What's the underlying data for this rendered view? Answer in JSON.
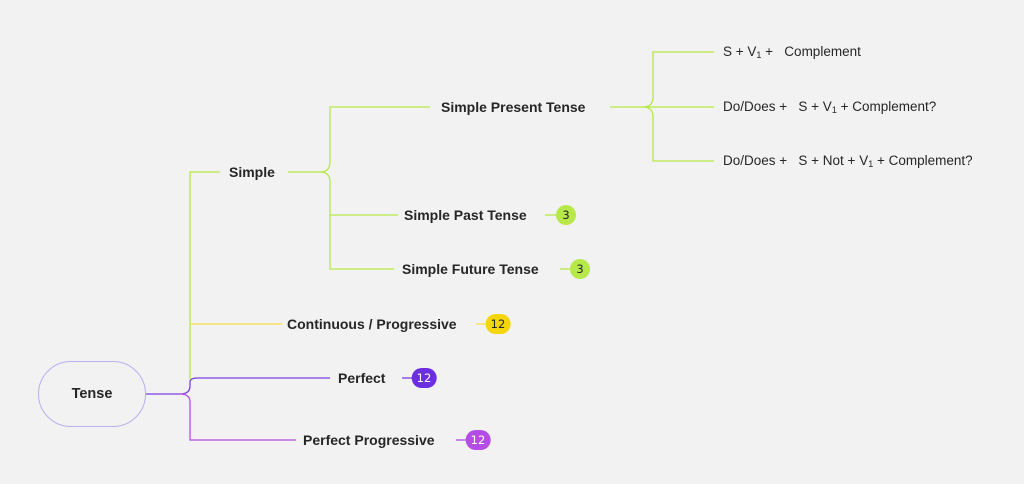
{
  "colors": {
    "simple_branch": "#b6e84a",
    "continuous_branch": "#f5e04a",
    "perfect_branch": "#7b3fe4",
    "perfect_progressive_branch": "#b44de6",
    "root_border": "#b8aef0",
    "text": "#262626"
  },
  "root": {
    "label": "Tense"
  },
  "branches": {
    "simple": {
      "label": "Simple"
    },
    "continuous": {
      "label": "Continuous / Progressive",
      "badge": "12"
    },
    "perfect": {
      "label": "Perfect",
      "badge": "12"
    },
    "perfect_progressive": {
      "label": "Perfect Progressive",
      "badge": "12"
    }
  },
  "simple_children": {
    "present": {
      "label": "Simple Present Tense"
    },
    "past": {
      "label": "Simple Past Tense",
      "badge": "3"
    },
    "future": {
      "label": "Simple Future Tense",
      "badge": "3"
    }
  },
  "present_formulas": {
    "positive": {
      "prefix": "S + V",
      "subscript": "1",
      "suffix": " +   Complement"
    },
    "question": {
      "prefix": "Do/Does +   S + V",
      "subscript": "1",
      "suffix": " + Complement?"
    },
    "negative": {
      "prefix": "Do/Does +   S + Not + V",
      "subscript": "1",
      "suffix": " + Complement?"
    }
  }
}
